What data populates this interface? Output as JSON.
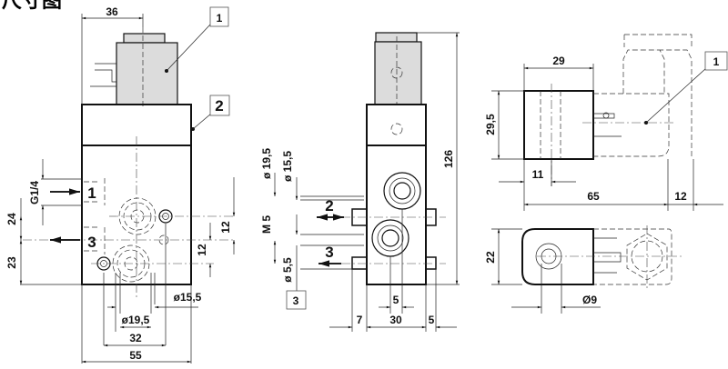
{
  "title": "尺寸图",
  "front_view": {
    "dims": {
      "width_36": "36",
      "width_55": "55",
      "spacing_32": "32",
      "dia_19_5": "ø19,5",
      "dia_15_5": "ø15,5",
      "thread": "G1/4",
      "height_24": "24",
      "height_23": "23",
      "offset_12_a": "12",
      "offset_12_b": "12"
    },
    "ports": {
      "p1": "1",
      "p3": "3"
    },
    "callouts": {
      "c1": "1",
      "c2": "2"
    }
  },
  "side_view": {
    "dims": {
      "height_126": "126",
      "dia_19_5": "ø 19,5",
      "dia_15_5": "ø 15,5",
      "thread_m5": "M 5",
      "dia_5_5": "ø 5,5",
      "w7": "7",
      "w30": "30",
      "w5_right": "5",
      "w5_center": "5"
    },
    "ports": {
      "p2": "2",
      "p3": "3"
    },
    "callouts": {
      "c3": "3"
    }
  },
  "coil_view": {
    "dims": {
      "w29": "29",
      "h29_5": "29,5",
      "w11": "11",
      "w65": "65",
      "w12": "12",
      "h22": "22",
      "dia9": "Ø9"
    },
    "callouts": {
      "c1": "1"
    }
  }
}
